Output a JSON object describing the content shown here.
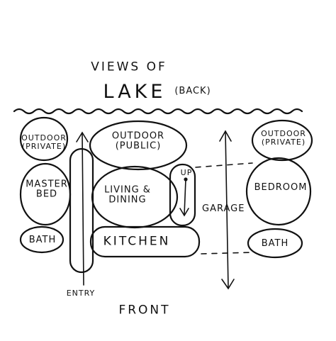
{
  "header": {
    "views_of": "VIEWS OF",
    "lake": "LAKE",
    "back": "(BACK)"
  },
  "rooms": {
    "outdoor_private_left": {
      "line1": "OUTDOOR",
      "line2": "(PRIVATE)"
    },
    "master_bed": {
      "line1": "MASTER",
      "line2": "BED"
    },
    "bath_left": "BATH",
    "outdoor_public": {
      "line1": "OUTDOOR",
      "line2": "(PUBLIC)"
    },
    "living_dining": {
      "line1": "LIVING &",
      "line2": "DINING"
    },
    "up": "UP",
    "kitchen": "KITCHEN",
    "garage": "GARAGE",
    "outdoor_private_right": {
      "line1": "OUTDOOR",
      "line2": "(PRIVATE)"
    },
    "bedroom": "BEDROOM",
    "bath_right": "BATH"
  },
  "footer": {
    "entry": "ENTRY",
    "front": "FRONT"
  }
}
